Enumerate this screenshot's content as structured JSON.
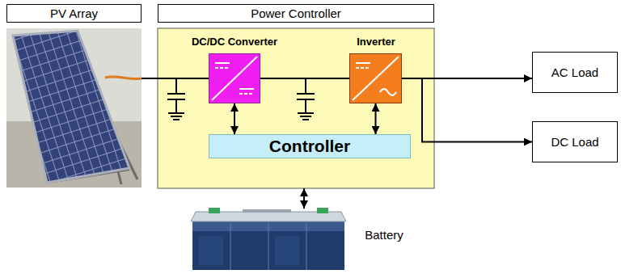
{
  "diagram": {
    "nodes": [
      {
        "text": [
          "PV Array"
        ]
      },
      {
        "text": [
          "Power Controller"
        ]
      },
      {
        "text": [
          "DC/DC Converter"
        ],
        "in": 1
      },
      {
        "text": [
          "Inverter"
        ],
        "in": 1
      },
      {
        "text": [
          "Controller"
        ],
        "in": 1
      },
      {
        "text": [
          "AC Load"
        ]
      },
      {
        "text": [
          "DC Load"
        ]
      },
      {
        "text": [
          "Battery"
        ]
      }
    ],
    "edges": [
      {
        "from": 0,
        "to": 2,
        "arrow": "none"
      },
      {
        "from": 2,
        "to": 3,
        "arrow": "none"
      },
      {
        "from": 4,
        "to": 2,
        "arrow": "both"
      },
      {
        "from": 4,
        "to": 3,
        "arrow": "both"
      },
      {
        "from": 3,
        "to": 5,
        "arrow": "to"
      },
      {
        "from": 3,
        "to": 6,
        "arrow": "to"
      },
      {
        "from": 1,
        "to": 7,
        "arrow": "both"
      }
    ]
  }
}
